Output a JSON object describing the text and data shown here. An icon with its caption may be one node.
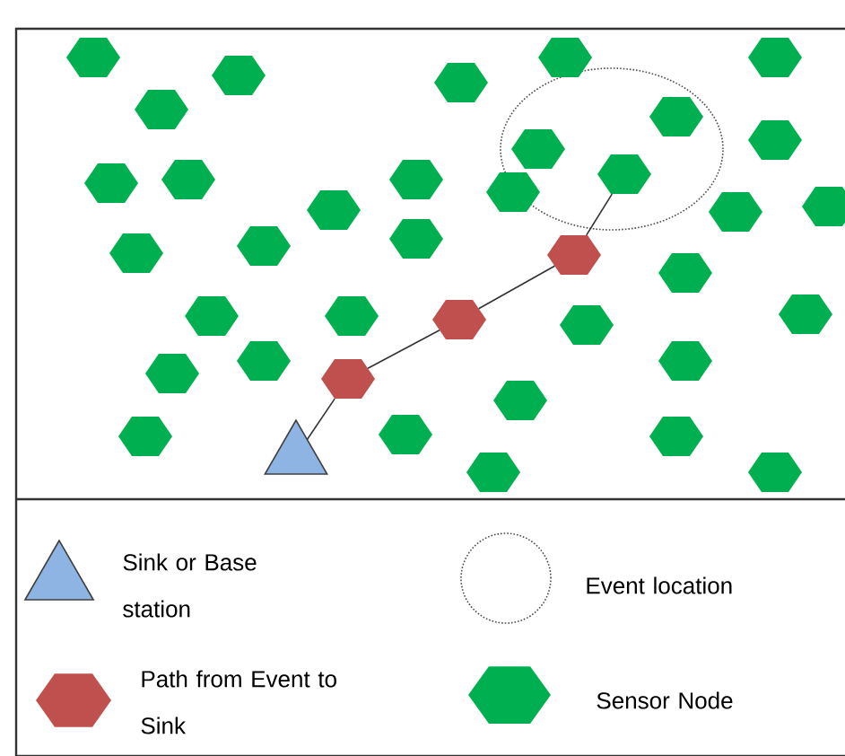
{
  "diagram": {
    "nodes": [
      {
        "text": [],
        "shape": "hexagon"
      },
      {
        "text": [],
        "shape": "hexagon"
      },
      {
        "text": [],
        "shape": "hexagon"
      },
      {
        "text": [],
        "shape": "hexagon"
      },
      {
        "text": [],
        "shape": "hexagon"
      },
      {
        "text": [],
        "shape": "hexagon"
      },
      {
        "text": [],
        "shape": "hexagon"
      },
      {
        "text": [],
        "shape": "hexagon"
      },
      {
        "text": [],
        "shape": "hexagon"
      },
      {
        "text": [],
        "shape": "hexagon"
      },
      {
        "text": [],
        "shape": "hexagon"
      },
      {
        "text": [],
        "shape": "hexagon"
      },
      {
        "text": [],
        "shape": "hexagon"
      },
      {
        "text": [],
        "shape": "hexagon"
      },
      {
        "text": [],
        "shape": "hexagon"
      },
      {
        "text": [],
        "shape": "hexagon"
      },
      {
        "text": [],
        "shape": "hexagon"
      },
      {
        "text": [],
        "shape": "hexagon"
      },
      {
        "text": [],
        "shape": "hexagon"
      },
      {
        "text": [],
        "shape": "hexagon"
      },
      {
        "text": [],
        "shape": "hexagon"
      },
      {
        "text": [],
        "shape": "hexagon"
      },
      {
        "text": [],
        "shape": "hexagon"
      },
      {
        "text": [],
        "shape": "hexagon"
      },
      {
        "text": [],
        "shape": "hexagon"
      },
      {
        "text": [],
        "shape": "hexagon"
      },
      {
        "text": [],
        "shape": "hexagon"
      },
      {
        "text": [],
        "shape": "hexagon"
      },
      {
        "text": [],
        "shape": "hexagon"
      },
      {
        "text": [],
        "shape": "hexagon"
      },
      {
        "text": [],
        "shape": "hexagon"
      },
      {
        "text": [],
        "shape": "hexagon"
      },
      {
        "text": [],
        "shape": "hexagon"
      },
      {
        "text": [],
        "shape": "hexagon"
      },
      {
        "text": [],
        "shape": "hexagon"
      },
      {
        "text": [],
        "shape": "triangle"
      },
      {
        "text": [],
        "shape": "hexagon"
      },
      {
        "text": [],
        "shape": "hexagon"
      }
    ],
    "edges": [
      {
        "from": 9,
        "to": 20,
        "arrow": "none"
      },
      {
        "from": 20,
        "to": 25,
        "arrow": "none"
      },
      {
        "from": 25,
        "to": 30,
        "arrow": "none"
      },
      {
        "from": 30,
        "to": 35,
        "arrow": "none"
      }
    ],
    "legend": [
      {
        "text": "Sink or Base station"
      },
      {
        "text": "Event location"
      },
      {
        "text": "Path from Event to Sink"
      },
      {
        "text": "Sensor Node"
      }
    ]
  }
}
